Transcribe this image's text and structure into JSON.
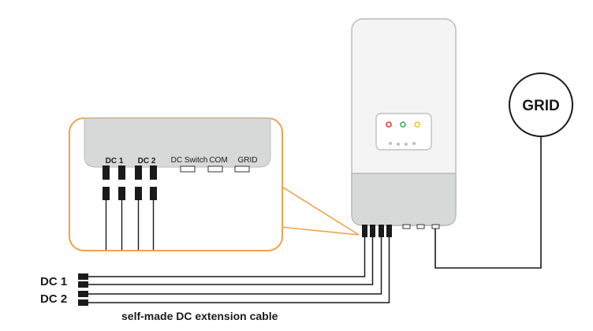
{
  "grid": {
    "label": "GRID"
  },
  "inverter": {
    "indicator_colors": [
      "#e23b2e",
      "#37b34a",
      "#f2c230"
    ],
    "body_color": "#f4f4f4",
    "bottom_color": "#d7d9d8"
  },
  "callout": {
    "border_color": "#f0a24a",
    "ports": {
      "dc1": "DC 1",
      "dc2": "DC 2",
      "dc_switch": "DC Switch",
      "com": "COM",
      "grid": "GRID"
    }
  },
  "inputs": {
    "dc1": "DC 1",
    "dc2": "DC 2"
  },
  "cable_caption": "self-made DC extension cable"
}
